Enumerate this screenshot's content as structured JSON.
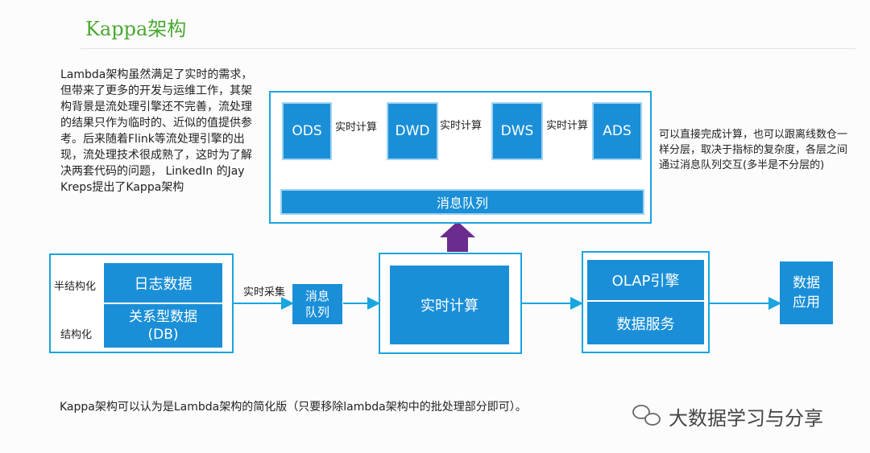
{
  "title": "Kappa架构",
  "left_description": "Lambda架构虽然满足了实时的需求，但带来了更多的开发与运维工作，其架构背景是流处理引擎还不完善，流处理的结果只作为临时的、近似的值提供参考。后来随着Flink等流处理引擎的出现，流处理技术很成熟了，这时为了解决两套代码的问题， LinkedIn 的Jay Kreps提出了Kappa架构",
  "right_description": "可以直接完成计算，也可以跟离线数仓一样分层，取决于指标的复杂度，各层之间通过消息队列交互(多半是不分层的)",
  "bottom_note": "Kappa架构可以认为是Lambda架构的简化版（只要移除lambda架构中的批处理部分即可）。",
  "watermark": "大数据学习与分享",
  "layers": {
    "ods": "ODS",
    "dwd": "DWD",
    "dws": "DWS",
    "ads": "ADS",
    "edge_label_1": "实时计算",
    "edge_label_2": "实时计算",
    "edge_label_3": "实时计算",
    "message_queue": "消息队列"
  },
  "sources": {
    "semi_structured_label": "半结构化",
    "structured_label": "结构化",
    "log_data": "日志数据",
    "relational_data_line1": "关系型数据",
    "relational_data_line2": "(DB)"
  },
  "flow": {
    "collect_label": "实时采集",
    "mq_line1": "消息",
    "mq_line2": "队列",
    "realtime_compute": "实时计算",
    "olap_engine": "OLAP引擎",
    "data_service": "数据服务",
    "app_line1": "数据",
    "app_line2": "应用"
  },
  "colors": {
    "box_blue": "#1a8fd8",
    "frame_blue": "#19a5e0",
    "arrow_purple": "#6a2c8e",
    "title_green": "#4aa832"
  }
}
